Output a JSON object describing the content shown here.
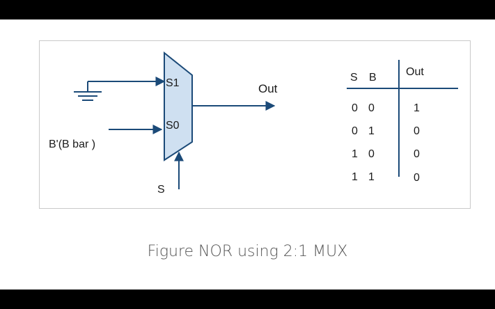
{
  "caption": "Figure NOR using 2:1 MUX",
  "diagram": {
    "mux": {
      "select_high_label": "S1",
      "select_low_label": "S0",
      "output_label": "Out",
      "input_label": "B'(B bar )",
      "select_label": "S",
      "fill_color": "#cfe0f1",
      "stroke_color": "#1b4a78"
    },
    "truth_table": {
      "headers": {
        "s": "S",
        "b": "B",
        "out": "Out"
      },
      "rows": [
        {
          "s": "0",
          "b": "0",
          "out": "1"
        },
        {
          "s": "0",
          "b": "1",
          "out": "0"
        },
        {
          "s": "1",
          "b": "0",
          "out": "0"
        },
        {
          "s": "1",
          "b": "1",
          "out": "0"
        }
      ]
    }
  }
}
